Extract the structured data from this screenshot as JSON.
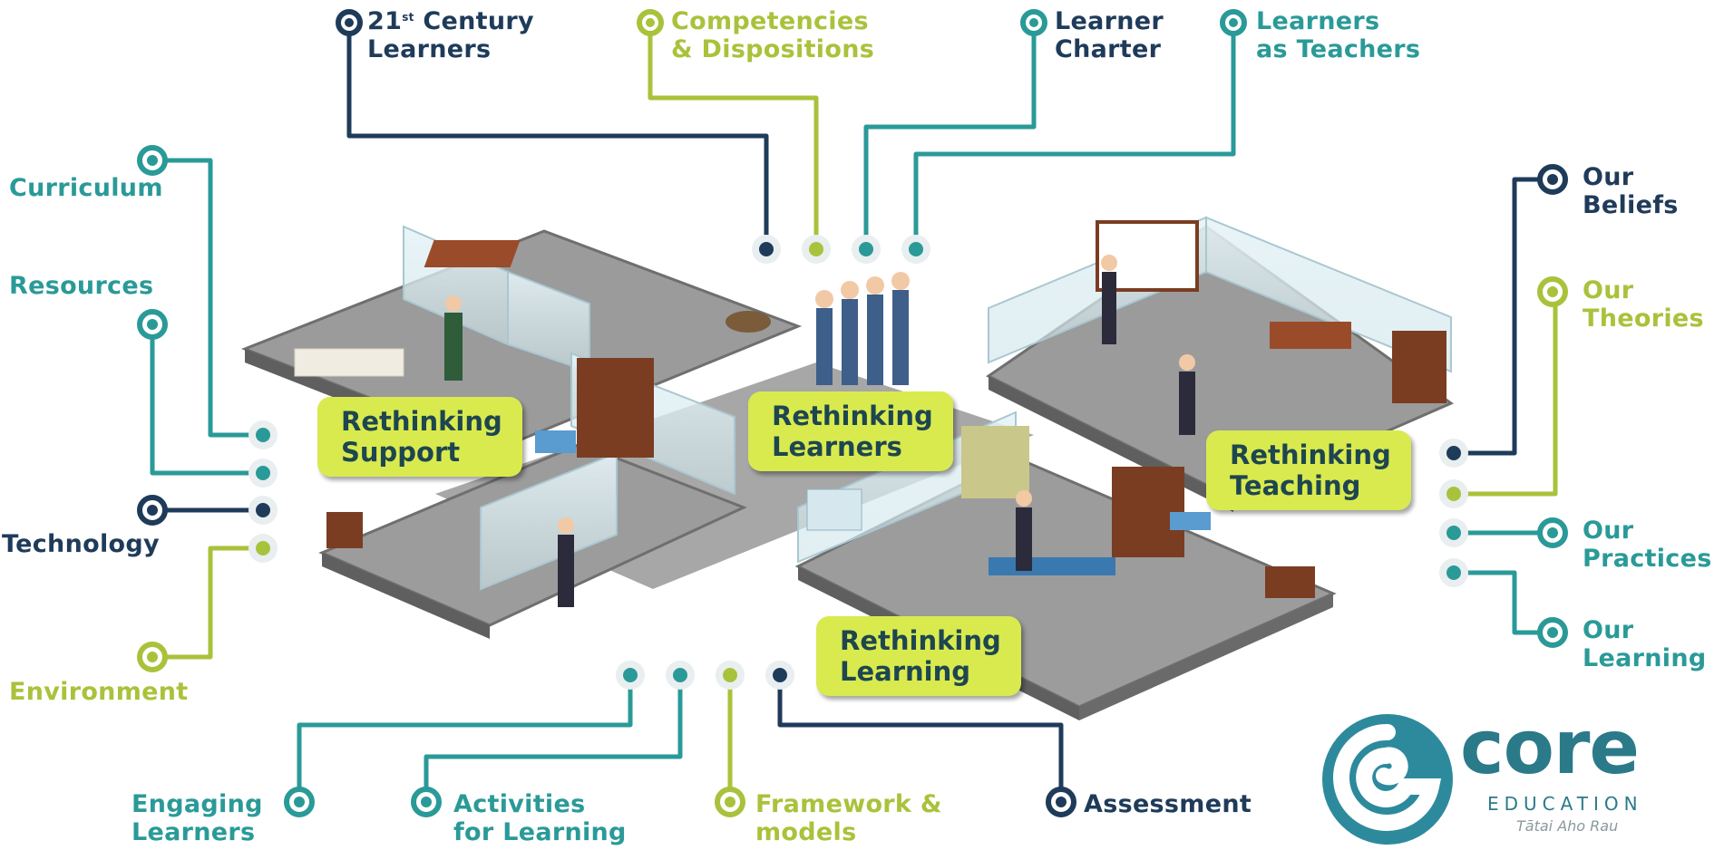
{
  "labels": {
    "century_learners": {
      "line1": "21",
      "sup": "st",
      "line1b": " Century",
      "line2": "Learners"
    },
    "competencies": {
      "line1": "Competencies",
      "line2": "& Dispositions"
    },
    "learner_charter": {
      "line1": "Learner",
      "line2": "Charter"
    },
    "learners_as_teachers": {
      "line1": "Learners",
      "line2": "as Teachers"
    },
    "curriculum": "Curriculum",
    "resources": "Resources",
    "technology": "Technology",
    "environment": "Environment",
    "our_beliefs": {
      "line1": "Our",
      "line2": "Beliefs"
    },
    "our_theories": {
      "line1": "Our",
      "line2": "Theories"
    },
    "our_practices": {
      "line1": "Our",
      "line2": "Practices"
    },
    "our_learning": {
      "line1": "Our",
      "line2": "Learning"
    },
    "engaging_learners": {
      "line1": "Engaging",
      "line2": "Learners"
    },
    "activities_for_learning": {
      "line1": "Activities",
      "line2": "for Learning"
    },
    "framework_models": {
      "line1": "Framework &",
      "line2": "models"
    },
    "assessment": "Assessment"
  },
  "callouts": {
    "support": {
      "line1": "Rethinking",
      "line2": "Support"
    },
    "learners": {
      "line1": "Rethinking",
      "line2": "Learners"
    },
    "teaching": {
      "line1": "Rethinking",
      "line2": "Teaching"
    },
    "learning": {
      "line1": "Rethinking",
      "line2": "Learning"
    }
  },
  "logo": {
    "word": "core",
    "sub": "EDUCATION",
    "tagline": "Tātai Aho Rau"
  },
  "colors": {
    "navy": "#1f3b5a",
    "teal": "#2a9a98",
    "lime": "#a9c23b",
    "callout": "#d9ea4f",
    "floor": "#9a9a9a"
  }
}
